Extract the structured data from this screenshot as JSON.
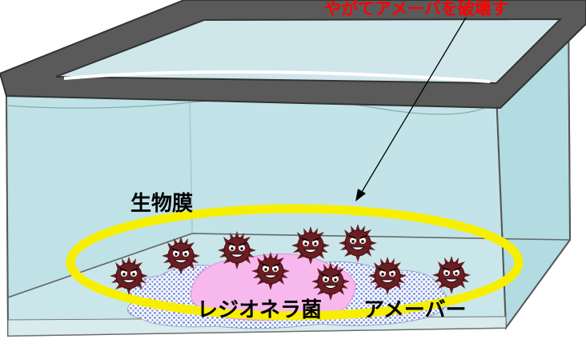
{
  "labels": {
    "top_caption": "やがてアメーバを破壊す",
    "biofilm": "生物膜",
    "legionella": "レジオネラ菌",
    "amoeba": "アメーバー"
  },
  "colors": {
    "caption_red": "#ff0000",
    "ring_yellow": "#f7ef00",
    "water": "#bfe3e8",
    "germ": "#6b1e22",
    "amoeba_fill": "#f7b8ee",
    "film_dots": "#6d86d8"
  }
}
